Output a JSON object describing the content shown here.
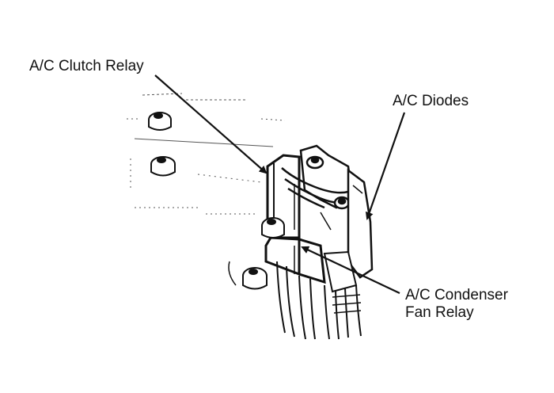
{
  "labels": {
    "clutch_relay": "A/C Clutch Relay",
    "diodes": "A/C Diodes",
    "condenser_line1": "A/C Condenser",
    "condenser_line2": "Fan Relay"
  },
  "colors": {
    "ink": "#111111",
    "background": "#ffffff"
  }
}
